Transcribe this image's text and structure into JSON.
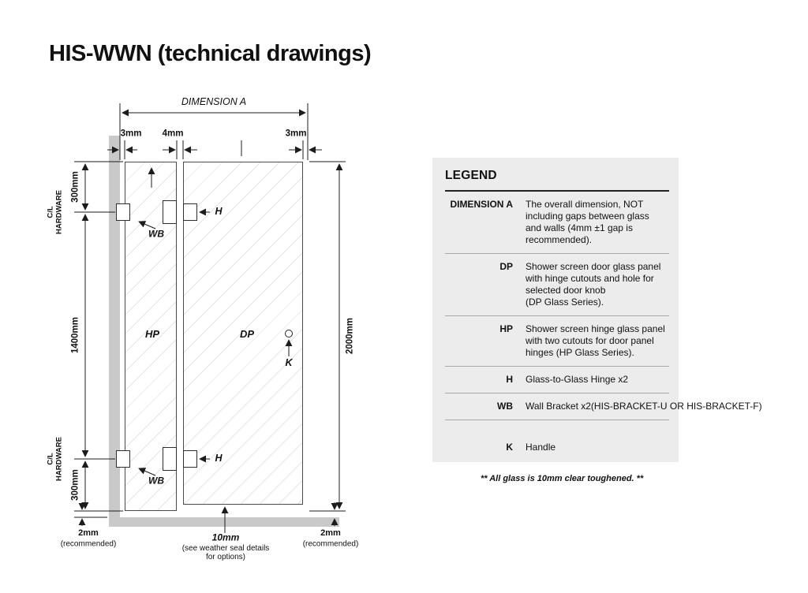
{
  "page": {
    "title": "HIS-WWN (technical drawings)"
  },
  "colors": {
    "legend_bg": "#ececec",
    "wall_gray": "#c9c9c9",
    "line": "#1c1c1c"
  },
  "drawing": {
    "dimension_a": "DIMENSION A",
    "gaps": {
      "left": "3mm",
      "middle": "4mm",
      "right": "3mm"
    },
    "vertical_dims": {
      "top": "300mm",
      "middle": "1400mm",
      "bottom": "300mm",
      "overall": "2000mm"
    },
    "cl_hardware": {
      "line1": "C/L",
      "line2": "HARDWARE"
    },
    "panel_labels": {
      "hp": "HP",
      "dp": "DP"
    },
    "part_labels": {
      "hinge": "H",
      "bracket": "WB",
      "handle": "K"
    },
    "floor_gaps": {
      "left_value": "2mm",
      "left_note": "(recommended)",
      "door_value": "10mm",
      "door_note": "(see weather seal details for options)",
      "right_value": "2mm",
      "right_note": "(recommended)"
    }
  },
  "legend": {
    "title": "LEGEND",
    "rows": [
      {
        "term": "DIMENSION A",
        "desc": "The overall dimension, NOT\nincluding gaps between glass\nand walls (4mm ±1 gap is\nrecommended)."
      },
      {
        "term": "DP",
        "desc": "Shower screen door glass panel\nwith hinge cutouts and hole for\nselected door knob\n(DP Glass Series)."
      },
      {
        "term": "HP",
        "desc": "Shower screen hinge glass panel\nwith two cutouts for door panel\nhinges (HP Glass Series)."
      },
      {
        "term": "H",
        "desc": "Glass-to-Glass Hinge x2"
      },
      {
        "term": "WB",
        "desc": "Wall Bracket x2(HIS-BRACKET-U OR HIS-BRACKET-F)"
      },
      {
        "term": "K",
        "desc": "Handle"
      }
    ],
    "footnote": "** All glass is 10mm clear toughened. **"
  }
}
